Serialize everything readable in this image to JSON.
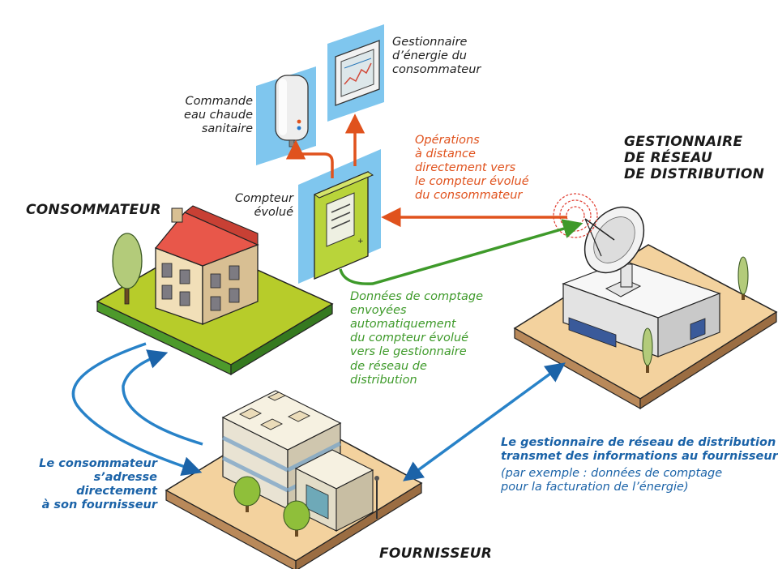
{
  "actors": {
    "consumer": "CONSOMMATEUR",
    "distributor": "GESTIONNAIRE\nDE RÉSEAU\nDE DISTRIBUTION",
    "supplier": "FOURNISSEUR"
  },
  "devices": {
    "hot_water": "Commande\neau chaude\nsanitaire",
    "energy_manager": "Gestionnaire\nd’énergie du\nconsommateur",
    "meter": "Compteur\névolué"
  },
  "flows": {
    "remote_ops": "Opérations\nà distance\ndirectement vers\nle compteur évolué\ndu consommateur",
    "metering_data": "Données de comptage\nenvoyées\nautomatiquement\ndu compteur évolué\nvers le gestionnaire\nde réseau de\ndistribution",
    "consumer_supplier": "Le consommateur\ns’adresse directement\nà son fournisseur",
    "distributor_supplier_bold": "Le gestionnaire de réseau de distribution\ntransmet des informations au fournisseur",
    "distributor_supplier_note": "(par exemple : données de comptage\npour la facturation de l’énergie)"
  },
  "colors": {
    "orange": "#e0521d",
    "green": "#3e9a2a",
    "blue": "#1b63a8",
    "panel": "#7fc6ee"
  }
}
